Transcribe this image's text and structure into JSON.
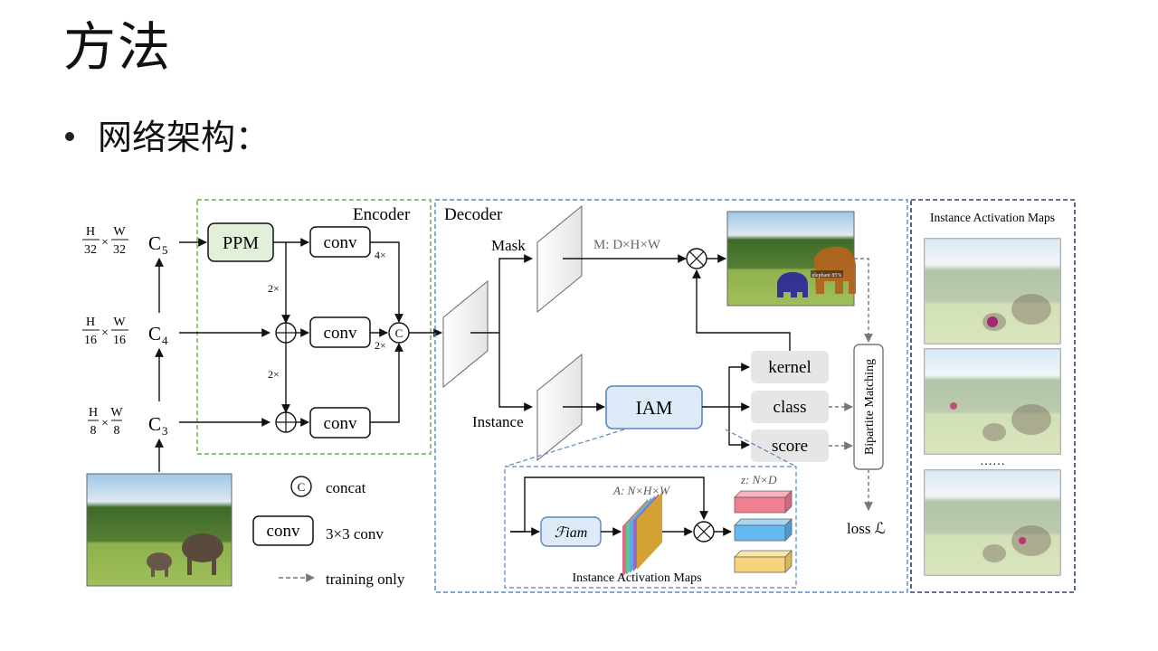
{
  "slide": {
    "title": "方法",
    "bullet": "网络架构："
  },
  "figure": {
    "scales": [
      {
        "h_num": "H",
        "h_den": "32",
        "times": "×",
        "w_num": "W",
        "w_den": "32",
        "feature": "C",
        "sub": "5"
      },
      {
        "h_num": "H",
        "h_den": "16",
        "times": "×",
        "w_num": "W",
        "w_den": "16",
        "feature": "C",
        "sub": "4"
      },
      {
        "h_num": "H",
        "h_den": "8",
        "times": "×",
        "w_num": "W",
        "w_den": "8",
        "feature": "C",
        "sub": "3"
      }
    ],
    "encoder": {
      "label": "Encoder",
      "ppm": "PPM",
      "conv": "conv",
      "upsample_4x": "4×",
      "upsample_2x_top": "2×",
      "upsample_2x_right": "2×",
      "upsample_2x_bottom": "2×",
      "concat_symbol": "C",
      "plus_symbol": "+"
    },
    "decoder": {
      "label": "Decoder",
      "mask_branch": "Mask",
      "instance_branch": "Instance",
      "mask_output": "M: D×H×W",
      "iam": "IAM",
      "kernel": "kernel",
      "class": "class",
      "score": "score",
      "bipartite": "Bipartite Matching",
      "loss": "loss ℒ",
      "mult_symbol": "×"
    },
    "iam_detail": {
      "f_iam": "ℱiam",
      "activation_dims": "A: N×H×W",
      "z_dims": "z: N×D",
      "caption": "Instance Activation Maps"
    },
    "legend": {
      "concat_symbol": "C",
      "concat": "concat",
      "conv_box": "conv",
      "conv": "3×3 conv",
      "training": "training only"
    },
    "right_panel": {
      "title": "Instance Activation Maps",
      "ellipsis": "……"
    },
    "segmentation_label": "elephant 85%",
    "colors": {
      "encoder_border": "#6aaa4a",
      "decoder_border": "#5b84c4",
      "iam_panel_border": "#2e3f6e",
      "ppm_fill": "#e2efd9",
      "iam_fill": "#ddeaf7",
      "head_fill": "#e6e6e6",
      "z_red": "#f08090",
      "z_blue": "#66b8f0",
      "z_yellow": "#f7d47a"
    }
  }
}
